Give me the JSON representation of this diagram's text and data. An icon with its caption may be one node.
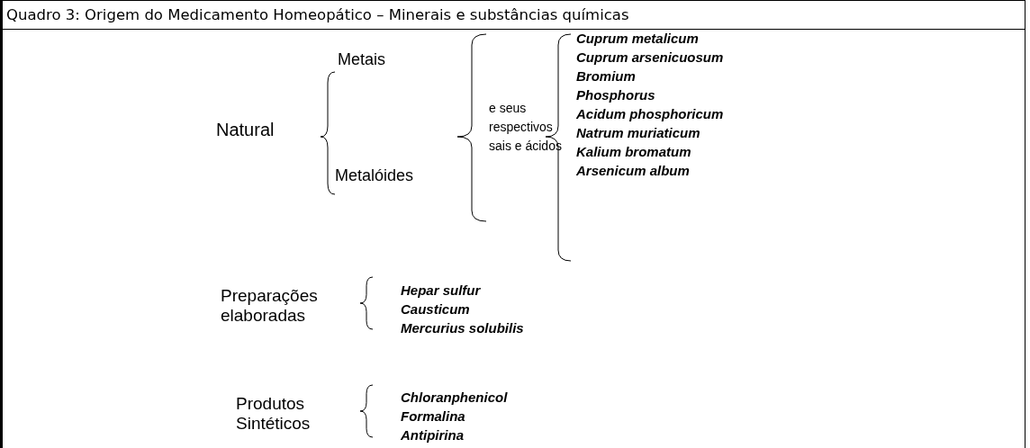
{
  "diagram": {
    "title": "Quadro 3: Origem do Medicamento Homeopático – Minerais e substâncias químicas",
    "labels": [
      "Natural",
      "Metais",
      "Metalóides",
      "e seus respectivos sais e ácidos",
      "Cuprum metalicum",
      "Cuprum arsenicuosum",
      "Bromium",
      "Phosphorus",
      "Acidum phosphoricum",
      "Natrum muriaticum",
      "Kalium bromatum",
      "Arsenicum album",
      "Preparações elaboradas",
      "Hepar sulfur",
      "Causticum",
      "Mercurius solubilis",
      "Produtos Sintéticos",
      "Chloranphenicol",
      "Formalina",
      "Antipirina"
    ]
  }
}
